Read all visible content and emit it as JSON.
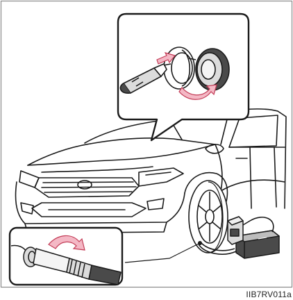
{
  "figure": {
    "code_label": "IIB7RV011a"
  },
  "colors": {
    "line": "#1a1a1a",
    "arrow_fill": "#f4b8c5",
    "arrow_stroke": "#c23a55",
    "frame": "#8a8a8a",
    "background": "#ffffff",
    "shade": "#dcdcdc",
    "dark": "#4a4a4a"
  },
  "icons": {
    "inset_top": "power-outlet-detail",
    "inset_bottom": "tire-valve-detail",
    "main": "suv-front-view",
    "compressor": "air-compressor-icon"
  }
}
